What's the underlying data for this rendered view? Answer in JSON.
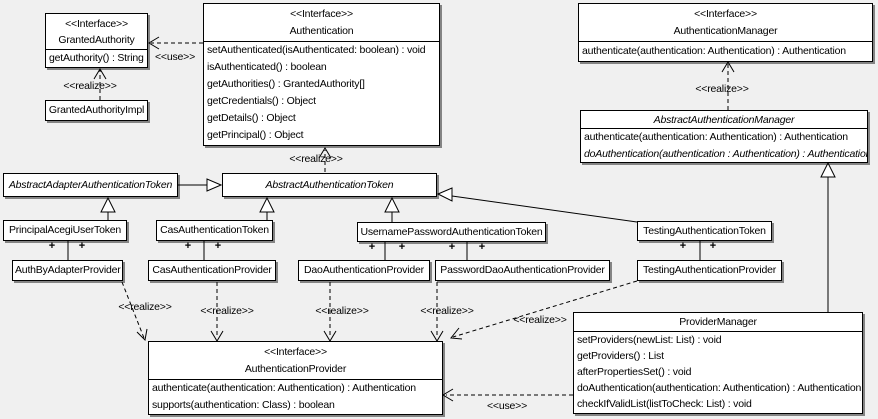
{
  "diagram": {
    "background_color": "#f0f0f0",
    "box_fill_color": "#ffffff",
    "line_color": "#000000"
  },
  "labels": {
    "interface_stereotype": "<<Interface>>",
    "use": "<<use>>",
    "realize": "<<realize>>",
    "plus": "+"
  },
  "classes": {
    "granted_authority": {
      "stereotype": "<<Interface>>",
      "name": "GrantedAuthority",
      "methods": [
        "getAuthority() : String"
      ]
    },
    "granted_authority_impl": {
      "name": "GrantedAuthorityImpl"
    },
    "authentication": {
      "stereotype": "<<Interface>>",
      "name": "Authentication",
      "methods": [
        "setAuthenticated(isAuthenticated: boolean) : void",
        "isAuthenticated() : boolean",
        "getAuthorities() : GrantedAuthority[]",
        "getCredentials() : Object",
        "getDetails() : Object",
        "getPrincipal() : Object"
      ]
    },
    "authentication_manager": {
      "stereotype": "<<Interface>>",
      "name": "AuthenticationManager",
      "methods": [
        "authenticate(authentication: Authentication) : Authentication"
      ]
    },
    "abstract_authentication_manager": {
      "name": "AbstractAuthenticationManager",
      "abstract": true,
      "methods": [
        "authenticate(authentication: Authentication) : Authentication",
        "doAuthentication(authentication : Authentication) : Authentication"
      ]
    },
    "abstract_adapter_authentication_token": {
      "name": "AbstractAdapterAuthenticationToken",
      "abstract": true
    },
    "abstract_authentication_token": {
      "name": "AbstractAuthenticationToken",
      "abstract": true
    },
    "principal_acegi_user_token": {
      "name": "PrincipalAcegiUserToken"
    },
    "cas_authentication_token": {
      "name": "CasAuthenticationToken"
    },
    "username_password_authentication_token": {
      "name": "UsernamePasswordAuthenticationToken"
    },
    "testing_authentication_token": {
      "name": "TestingAuthenticationToken"
    },
    "auth_by_adapter_provider": {
      "name": "AuthByAdapterProvider"
    },
    "cas_authentication_provider": {
      "name": "CasAuthenticationProvider"
    },
    "dao_authentication_provider": {
      "name": "DaoAuthenticationProvider"
    },
    "password_dao_authentication_provider": {
      "name": "PasswordDaoAuthenticationProvider"
    },
    "testing_authentication_provider": {
      "name": "TestingAuthenticationProvider"
    },
    "authentication_provider": {
      "stereotype": "<<Interface>>",
      "name": "AuthenticationProvider",
      "methods": [
        "authenticate(authentication: Authentication) : Authentication",
        "supports(authentication: Class) : boolean"
      ]
    },
    "provider_manager": {
      "name": "ProviderManager",
      "methods": [
        "setProviders(newList: List) : void",
        "getProviders() : List",
        "afterPropertiesSet() : void",
        "doAuthentication(authentication: Authentication) : Authentication",
        "checkIfValidList(listToCheck: List) : void"
      ]
    }
  },
  "relationships": [
    {
      "from": "Authentication",
      "to": "GrantedAuthority",
      "type": "use",
      "label": "<<use>>"
    },
    {
      "from": "GrantedAuthorityImpl",
      "to": "GrantedAuthority",
      "type": "realize",
      "label": "<<realize>>"
    },
    {
      "from": "AbstractAuthenticationToken",
      "to": "Authentication",
      "type": "realize",
      "label": "<<realize>>"
    },
    {
      "from": "AbstractAuthenticationManager",
      "to": "AuthenticationManager",
      "type": "realize",
      "label": "<<realize>>"
    },
    {
      "from": "AbstractAdapterAuthenticationToken",
      "to": "AbstractAuthenticationToken",
      "type": "generalization"
    },
    {
      "from": "PrincipalAcegiUserToken",
      "to": "AbstractAdapterAuthenticationToken",
      "type": "generalization"
    },
    {
      "from": "CasAuthenticationToken",
      "to": "AbstractAuthenticationToken",
      "type": "generalization"
    },
    {
      "from": "UsernamePasswordAuthenticationToken",
      "to": "AbstractAuthenticationToken",
      "type": "generalization"
    },
    {
      "from": "TestingAuthenticationToken",
      "to": "AbstractAuthenticationToken",
      "type": "generalization"
    },
    {
      "from": "ProviderManager",
      "to": "AbstractAuthenticationManager",
      "type": "generalization"
    },
    {
      "from": "PrincipalAcegiUserToken",
      "to": "AuthByAdapterProvider",
      "type": "association",
      "end_labels": [
        "+",
        "+"
      ]
    },
    {
      "from": "CasAuthenticationToken",
      "to": "CasAuthenticationProvider",
      "type": "association",
      "end_labels": [
        "+",
        "+"
      ]
    },
    {
      "from": "UsernamePasswordAuthenticationToken",
      "to": "DaoAuthenticationProvider",
      "type": "association",
      "end_labels": [
        "+",
        "+"
      ]
    },
    {
      "from": "UsernamePasswordAuthenticationToken",
      "to": "PasswordDaoAuthenticationProvider",
      "type": "association",
      "end_labels": [
        "+",
        "+"
      ]
    },
    {
      "from": "TestingAuthenticationToken",
      "to": "TestingAuthenticationProvider",
      "type": "association",
      "end_labels": [
        "+",
        "+"
      ]
    },
    {
      "from": "AuthByAdapterProvider",
      "to": "AuthenticationProvider",
      "type": "realize",
      "label": "<<realize>>"
    },
    {
      "from": "CasAuthenticationProvider",
      "to": "AuthenticationProvider",
      "type": "realize",
      "label": "<<realize>>"
    },
    {
      "from": "DaoAuthenticationProvider",
      "to": "AuthenticationProvider",
      "type": "realize",
      "label": "<<realize>>"
    },
    {
      "from": "PasswordDaoAuthenticationProvider",
      "to": "AuthenticationProvider",
      "type": "realize",
      "label": "<<realize>>"
    },
    {
      "from": "TestingAuthenticationProvider",
      "to": "AuthenticationProvider",
      "type": "realize",
      "label": "<<realize>>"
    },
    {
      "from": "ProviderManager",
      "to": "AuthenticationProvider",
      "type": "use",
      "label": "<<use>>"
    }
  ]
}
